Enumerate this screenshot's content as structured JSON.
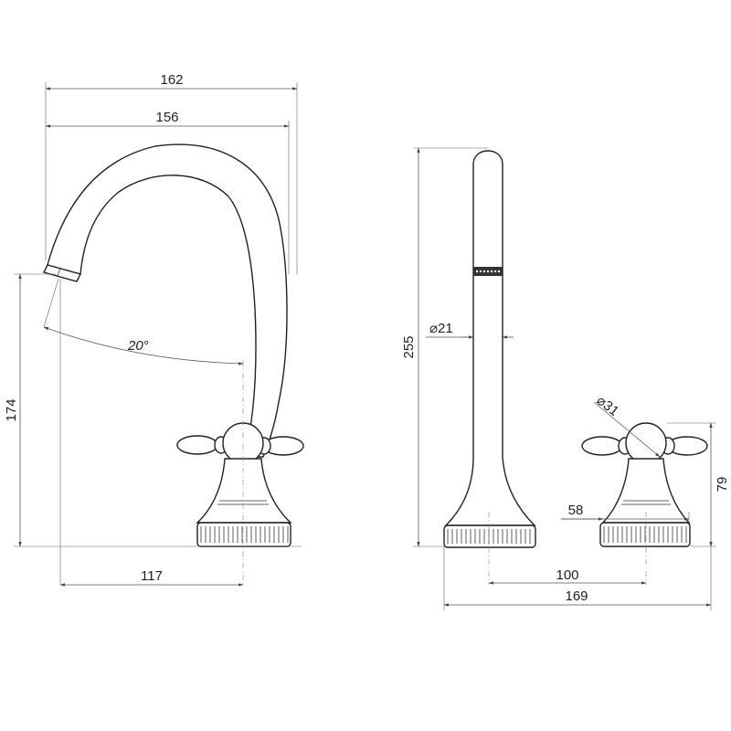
{
  "dimensions": {
    "width_total": "162",
    "spout_reach": "156",
    "spout_height": "174",
    "spout_angle": "20°",
    "spout_offset": "117",
    "overall_height": "255",
    "spout_diameter_symbol": "⌀",
    "spout_diameter": "21",
    "handle_diameter_symbol": "⌀",
    "handle_diameter": "31",
    "handle_height": "79",
    "base_width": "58",
    "center_distance": "100",
    "overall_width": "169"
  }
}
